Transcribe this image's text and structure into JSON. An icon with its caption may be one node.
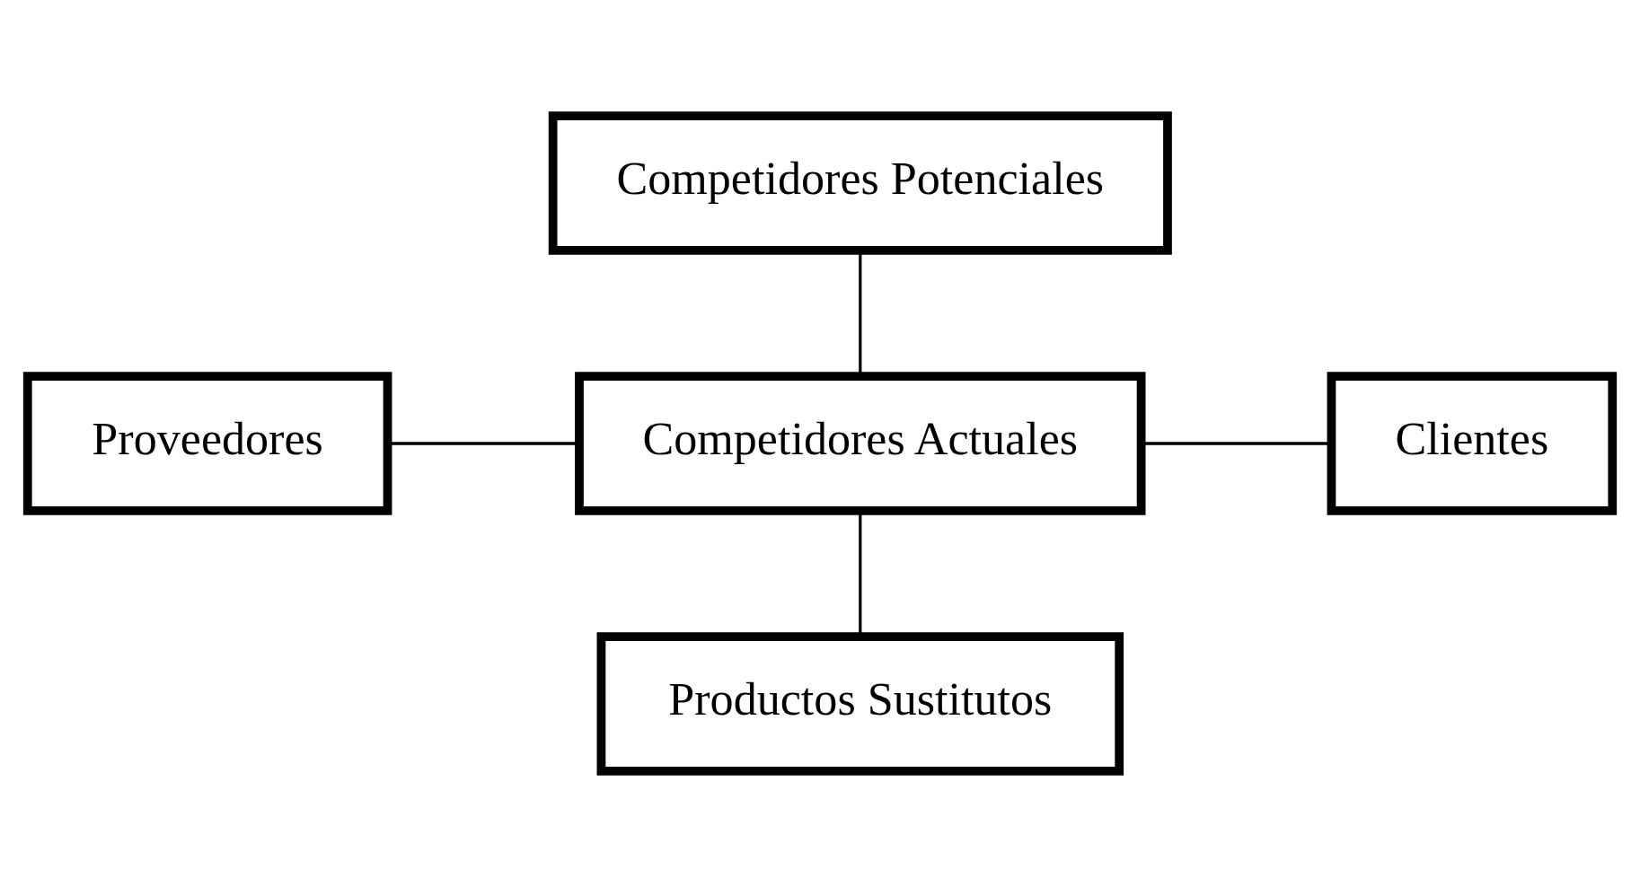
{
  "diagram": {
    "nodes": [
      {
        "text": [
          "Competidores Potenciales"
        ]
      },
      {
        "text": [
          "Proveedores"
        ]
      },
      {
        "text": [
          "Competidores Actuales"
        ]
      },
      {
        "text": [
          "Clientes"
        ]
      },
      {
        "text": [
          "Productos Sustitutos"
        ]
      }
    ],
    "edges": [
      {
        "from": 0,
        "to": 2,
        "arrow": "none"
      },
      {
        "from": 1,
        "to": 2,
        "arrow": "none"
      },
      {
        "from": 2,
        "to": 3,
        "arrow": "none"
      },
      {
        "from": 2,
        "to": 4,
        "arrow": "none"
      }
    ]
  }
}
